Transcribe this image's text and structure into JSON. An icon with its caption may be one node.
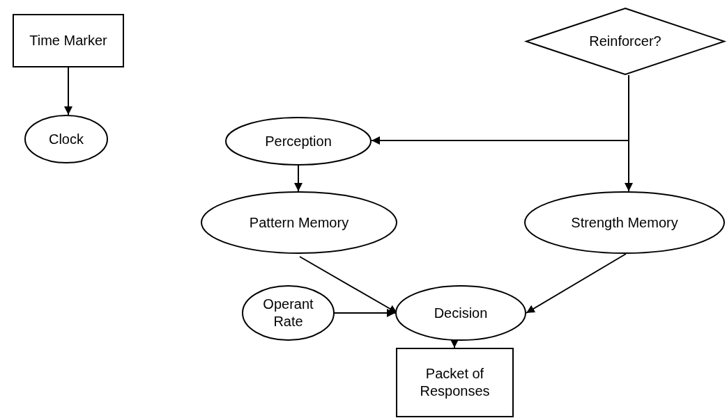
{
  "diagram": {
    "nodes": [
      {
        "text": [
          "Time Marker"
        ]
      },
      {
        "text": [
          "Clock"
        ]
      },
      {
        "text": [
          "Reinforcer?"
        ]
      },
      {
        "text": [
          "Perception"
        ]
      },
      {
        "text": [
          "Pattern Memory"
        ]
      },
      {
        "text": [
          "Strength Memory"
        ]
      },
      {
        "text": [
          "Operant Rate"
        ]
      },
      {
        "text": [
          "Decision"
        ]
      },
      {
        "text": [
          "Packet of Responses"
        ]
      }
    ],
    "edges": [
      {
        "from": 0,
        "to": 1,
        "arrow": "to"
      },
      {
        "from": 2,
        "to": 3,
        "arrow": "to"
      },
      {
        "from": 2,
        "to": 5,
        "arrow": "to"
      },
      {
        "from": 3,
        "to": 4,
        "arrow": "to"
      },
      {
        "from": 4,
        "to": 7,
        "arrow": "to"
      },
      {
        "from": 5,
        "to": 7,
        "arrow": "to"
      },
      {
        "from": 6,
        "to": 7,
        "arrow": "to"
      },
      {
        "from": 7,
        "to": 8,
        "arrow": "to"
      }
    ]
  }
}
